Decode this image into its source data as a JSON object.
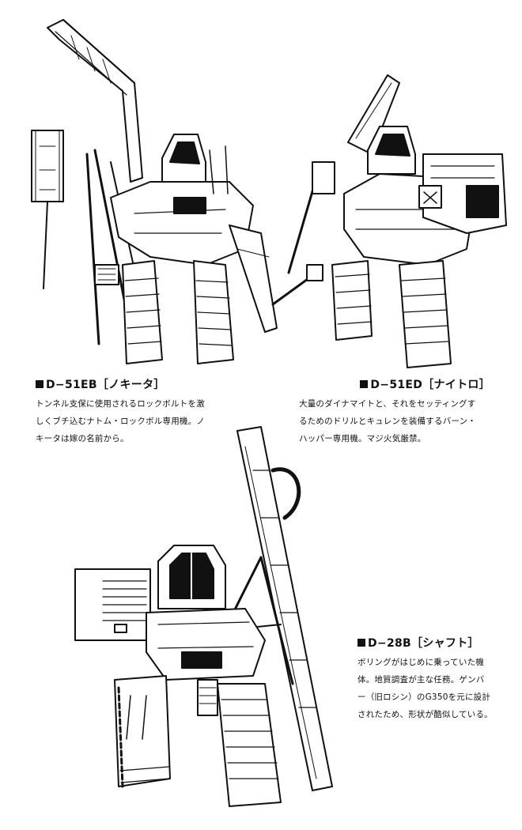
{
  "colors": {
    "ink": "#111111",
    "paper": "#ffffff"
  },
  "entries": [
    {
      "id": "d51eb",
      "title": "D−51EB［ノキータ］",
      "lines": [
        "トンネル支保に使用されるロックボルトを激",
        "しくブチ込むナトム・ロックボル専用機。ノ",
        "キータは嫁の名前から。"
      ]
    },
    {
      "id": "d51ed",
      "title": "D−51ED［ナイトロ］",
      "lines": [
        "大量のダイナマイトと、それをセッティングす",
        "るためのドリルとキュレンを装備するバーン・",
        "ハッパー専用機。マジ火気厳禁。"
      ]
    },
    {
      "id": "d28b",
      "title": "D−28B［シャフト］",
      "lines": [
        "ボリングがはじめに乗っていた機",
        "体。地質調査が主な任務。ゲンバ",
        "ー（旧ロシン）のG350を元に設計",
        "されたため、形状が酷似している。"
      ]
    }
  ]
}
